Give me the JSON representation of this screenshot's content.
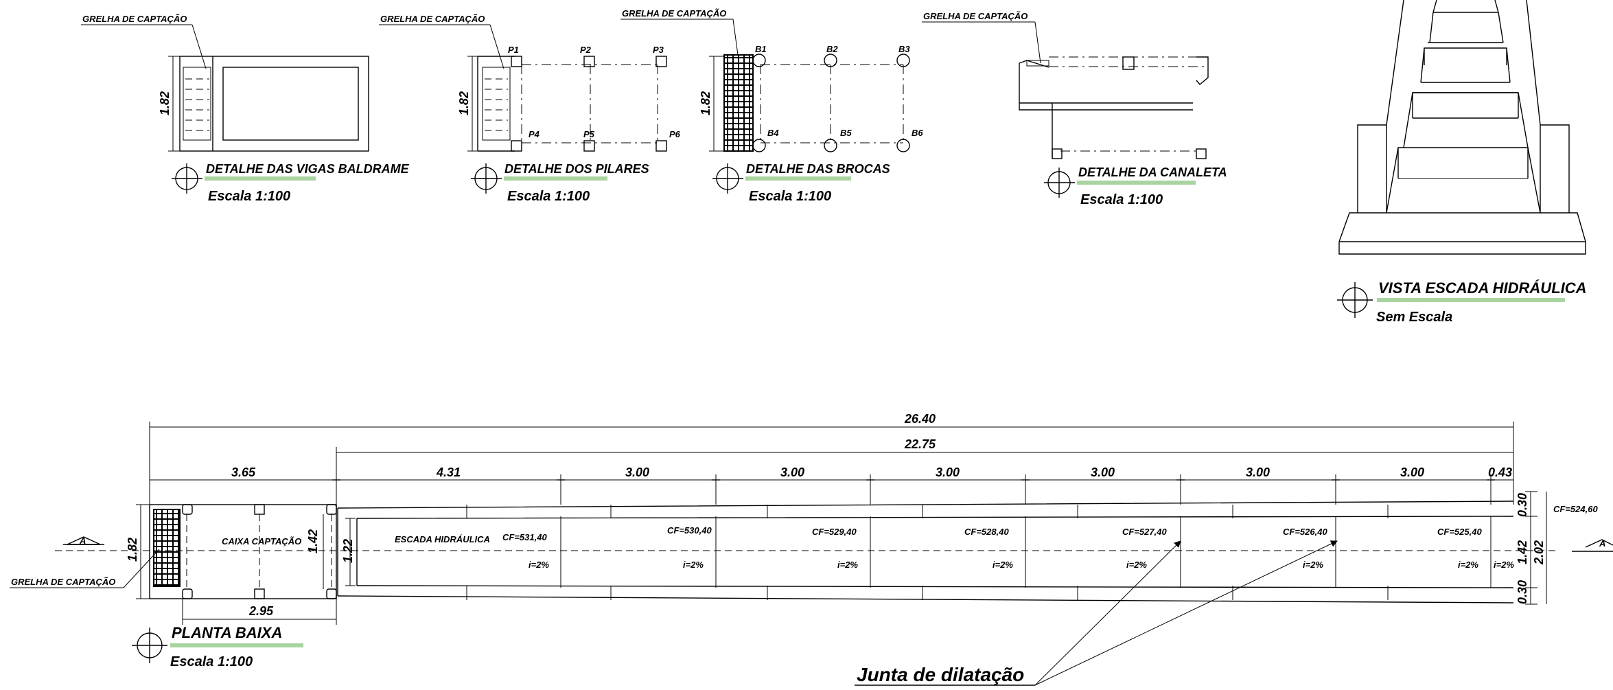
{
  "grate_label": "GRELHA DE CAPTAÇÃO",
  "details": {
    "vigas": {
      "title": "DETALHE DAS VIGAS BALDRAME",
      "scale": "Escala 1:100",
      "dim": "1.82"
    },
    "pilares": {
      "title": "DETALHE DOS PILARES",
      "scale": "Escala 1:100",
      "dim": "1.82",
      "labels": [
        "P1",
        "P2",
        "P3",
        "P4",
        "P5",
        "P6"
      ]
    },
    "brocas": {
      "title": "DETALHE DAS BROCAS",
      "scale": "Escala 1:100",
      "dim": "1.82",
      "labels": [
        "B1",
        "B2",
        "B3",
        "B4",
        "B5",
        "B6"
      ]
    },
    "canaleta": {
      "title": "DETALHE DA CANALETA",
      "scale": "Escala 1:100"
    }
  },
  "vista": {
    "title": "VISTA ESCADA HIDRÁULICA",
    "scale": "Sem Escala"
  },
  "planta": {
    "title": "PLANTA BAIXA",
    "scale": "Escala 1:100",
    "overall_dims": [
      "26.40",
      "22.75"
    ],
    "segment_dims": [
      "3.65",
      "4.31",
      "3.00",
      "3.00",
      "3.00",
      "3.00",
      "3.00",
      "3.00",
      "0.43"
    ],
    "bottom_dim": "2.95",
    "left_dim": "1.82",
    "inner_dims": [
      "1.42",
      "1.22"
    ],
    "right_dims": [
      "0.30",
      "1.42",
      "0.30",
      "2.02"
    ],
    "caixa_label": "CAIXA CAPTAÇÃO",
    "escada_label": "ESCADA HIDRÁULICA",
    "cf_values": [
      "CF=531,40",
      "CF=530,40",
      "CF=529,40",
      "CF=528,40",
      "CF=527,40",
      "CF=526,40",
      "CF=525,40",
      "CF=524,60"
    ],
    "slope_values": [
      "i=2%",
      "i=2%",
      "i=2%",
      "i=2%",
      "i=2%",
      "i=2%",
      "i=2%",
      "i=2%"
    ],
    "section_marker": "A",
    "junta_label": "Junta de dilatação"
  }
}
